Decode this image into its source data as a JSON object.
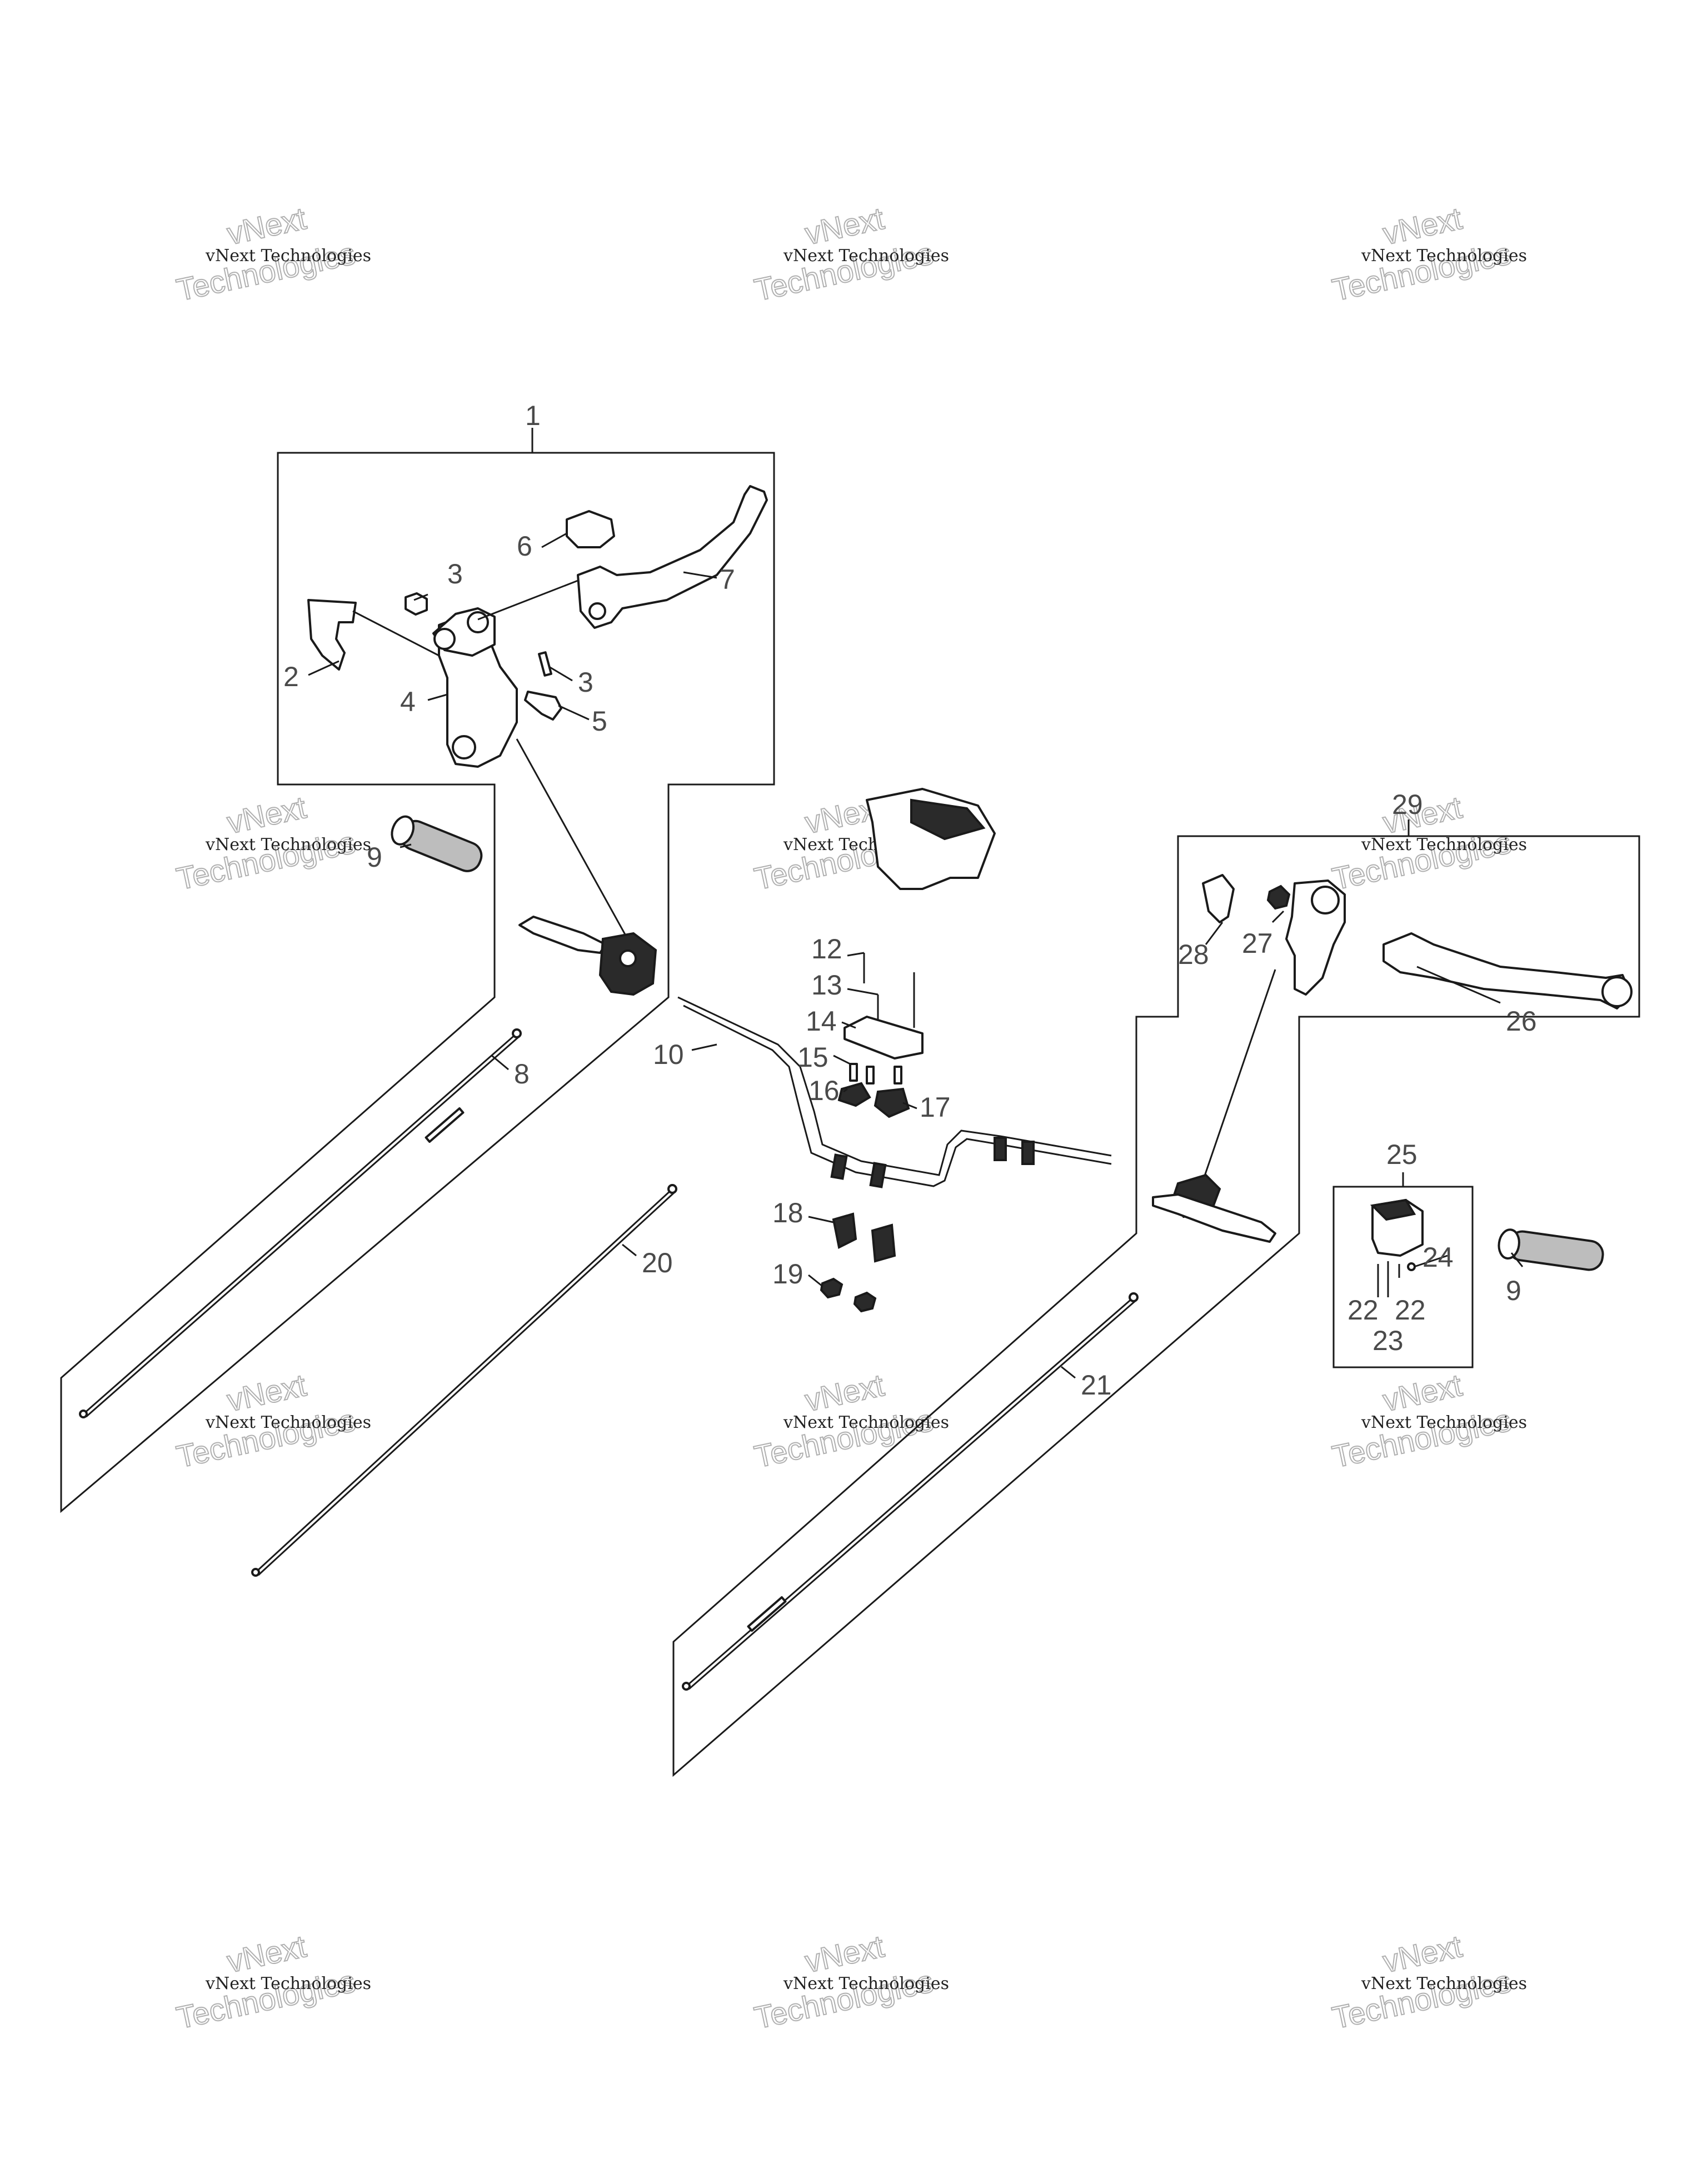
{
  "watermark": {
    "line_small": "vNext Technologies",
    "line_top": "vNext",
    "line_bottom": "Technologies"
  },
  "callouts": {
    "c1": "1",
    "c2": "2",
    "c3a": "3",
    "c3b": "3",
    "c4": "4",
    "c5": "5",
    "c6": "6",
    "c7": "7",
    "c8": "8",
    "c9a": "9",
    "c9b": "9",
    "c10": "10",
    "c12": "12",
    "c13": "13",
    "c14": "14",
    "c15": "15",
    "c16": "16",
    "c17": "17",
    "c18": "18",
    "c19": "19",
    "c20": "20",
    "c21": "21",
    "c22a": "22",
    "c22b": "22",
    "c23": "23",
    "c24": "24",
    "c25": "25",
    "c26": "26",
    "c27": "27",
    "c28": "28",
    "c29": "29"
  }
}
